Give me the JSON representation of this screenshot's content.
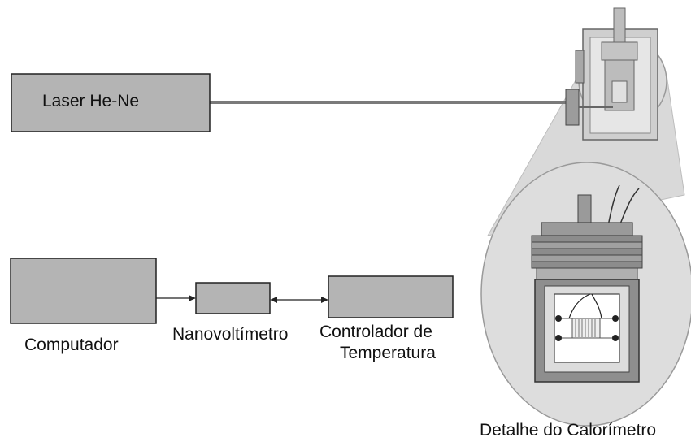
{
  "labels": {
    "laser": "Laser He-Ne",
    "computer": "Computador",
    "nanovoltmeter": "Nanovoltímetro",
    "controller_line1": "Controlador de",
    "controller_line2": "Temperatura",
    "calorimeter_detail": "Detalhe do Calorímetro"
  },
  "colors": {
    "box_fill": "#b4b4b4",
    "box_stroke": "#222222",
    "lens_fill": "#d8d8d8",
    "beam": "#7a7a7a",
    "text": "#111111"
  }
}
